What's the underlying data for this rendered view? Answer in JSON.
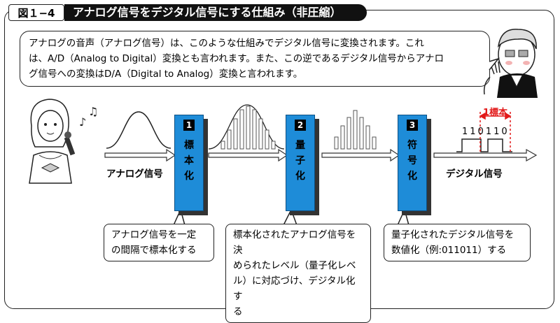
{
  "header": {
    "figure_number": "図１−4",
    "title": "アナログ信号をデジタル信号にする仕組み（非圧縮）"
  },
  "intro_lines": [
    "アナログの音声（アナログ信号）は、このような仕組みでデジタル信号に変換されます。これ",
    "は、A/D（Analog to Digital）変換とも言われます。また、この逆であるデジタル信号からアナロ",
    "グ信号への変換はD/A（Digital to Analog）変換と言われます。"
  ],
  "input_label": "アナログ信号",
  "output_label": "デジタル信号",
  "steps": [
    {
      "number": "1",
      "chars": [
        "標",
        "本",
        "化"
      ]
    },
    {
      "number": "2",
      "chars": [
        "量",
        "子",
        "化"
      ]
    },
    {
      "number": "3",
      "chars": [
        "符",
        "号",
        "化"
      ]
    }
  ],
  "sample_label": "1標本",
  "bit_string": "110110",
  "callouts": [
    {
      "lines": [
        "アナログ信号を一定",
        "の間隔で標本化する"
      ]
    },
    {
      "lines": [
        "標本化されたアナログ信号を決",
        "められたレベル（量子化レベ",
        "ル）に対応づけ、デジタル化す",
        "る"
      ]
    },
    {
      "lines": [
        "量子化されたデジタル信号を",
        "数値化（例:011011）する"
      ]
    }
  ],
  "colors": {
    "step_box": "#1e8cd8",
    "sample_marker": "#e21a1a"
  }
}
